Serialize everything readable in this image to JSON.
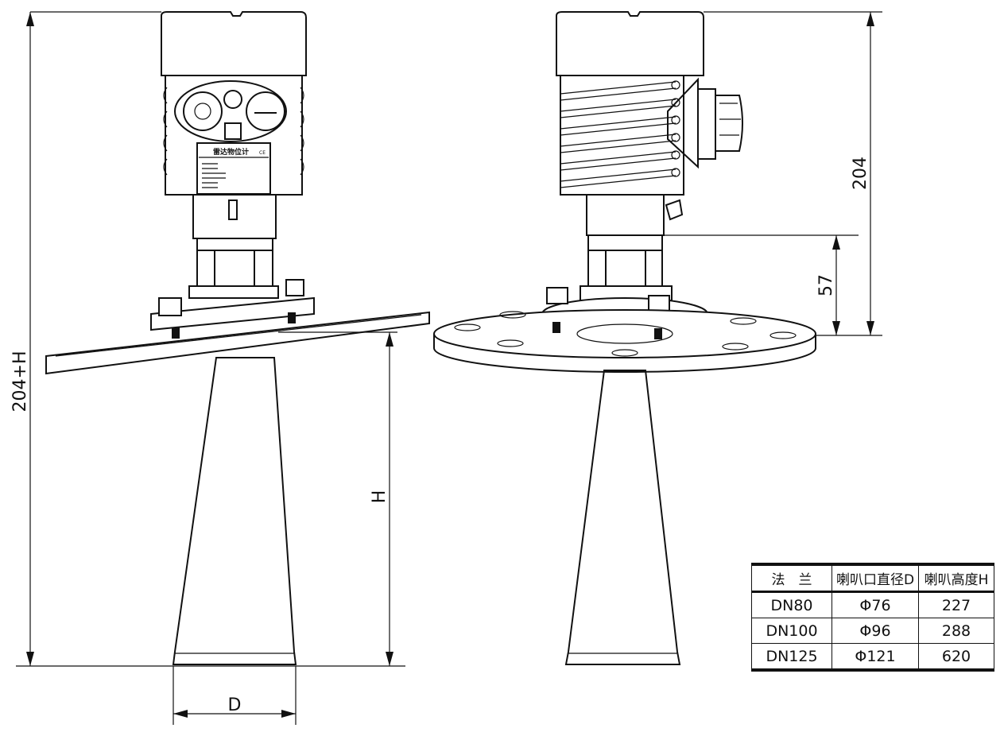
{
  "dimensions": {
    "overall_height": "204+H",
    "horn_height": "H",
    "horn_diameter": "D",
    "housing_height": "204",
    "neck_height": "57"
  },
  "nameplate": {
    "title": "雷达物位计",
    "mark": "CE"
  },
  "table": {
    "headers": [
      "法　兰",
      "喇叭口直径D",
      "喇叭高度H"
    ],
    "rows": [
      [
        "DN80",
        "Φ76",
        "227"
      ],
      [
        "DN100",
        "Φ96",
        "288"
      ],
      [
        "DN125",
        "Φ121",
        "620"
      ]
    ]
  }
}
